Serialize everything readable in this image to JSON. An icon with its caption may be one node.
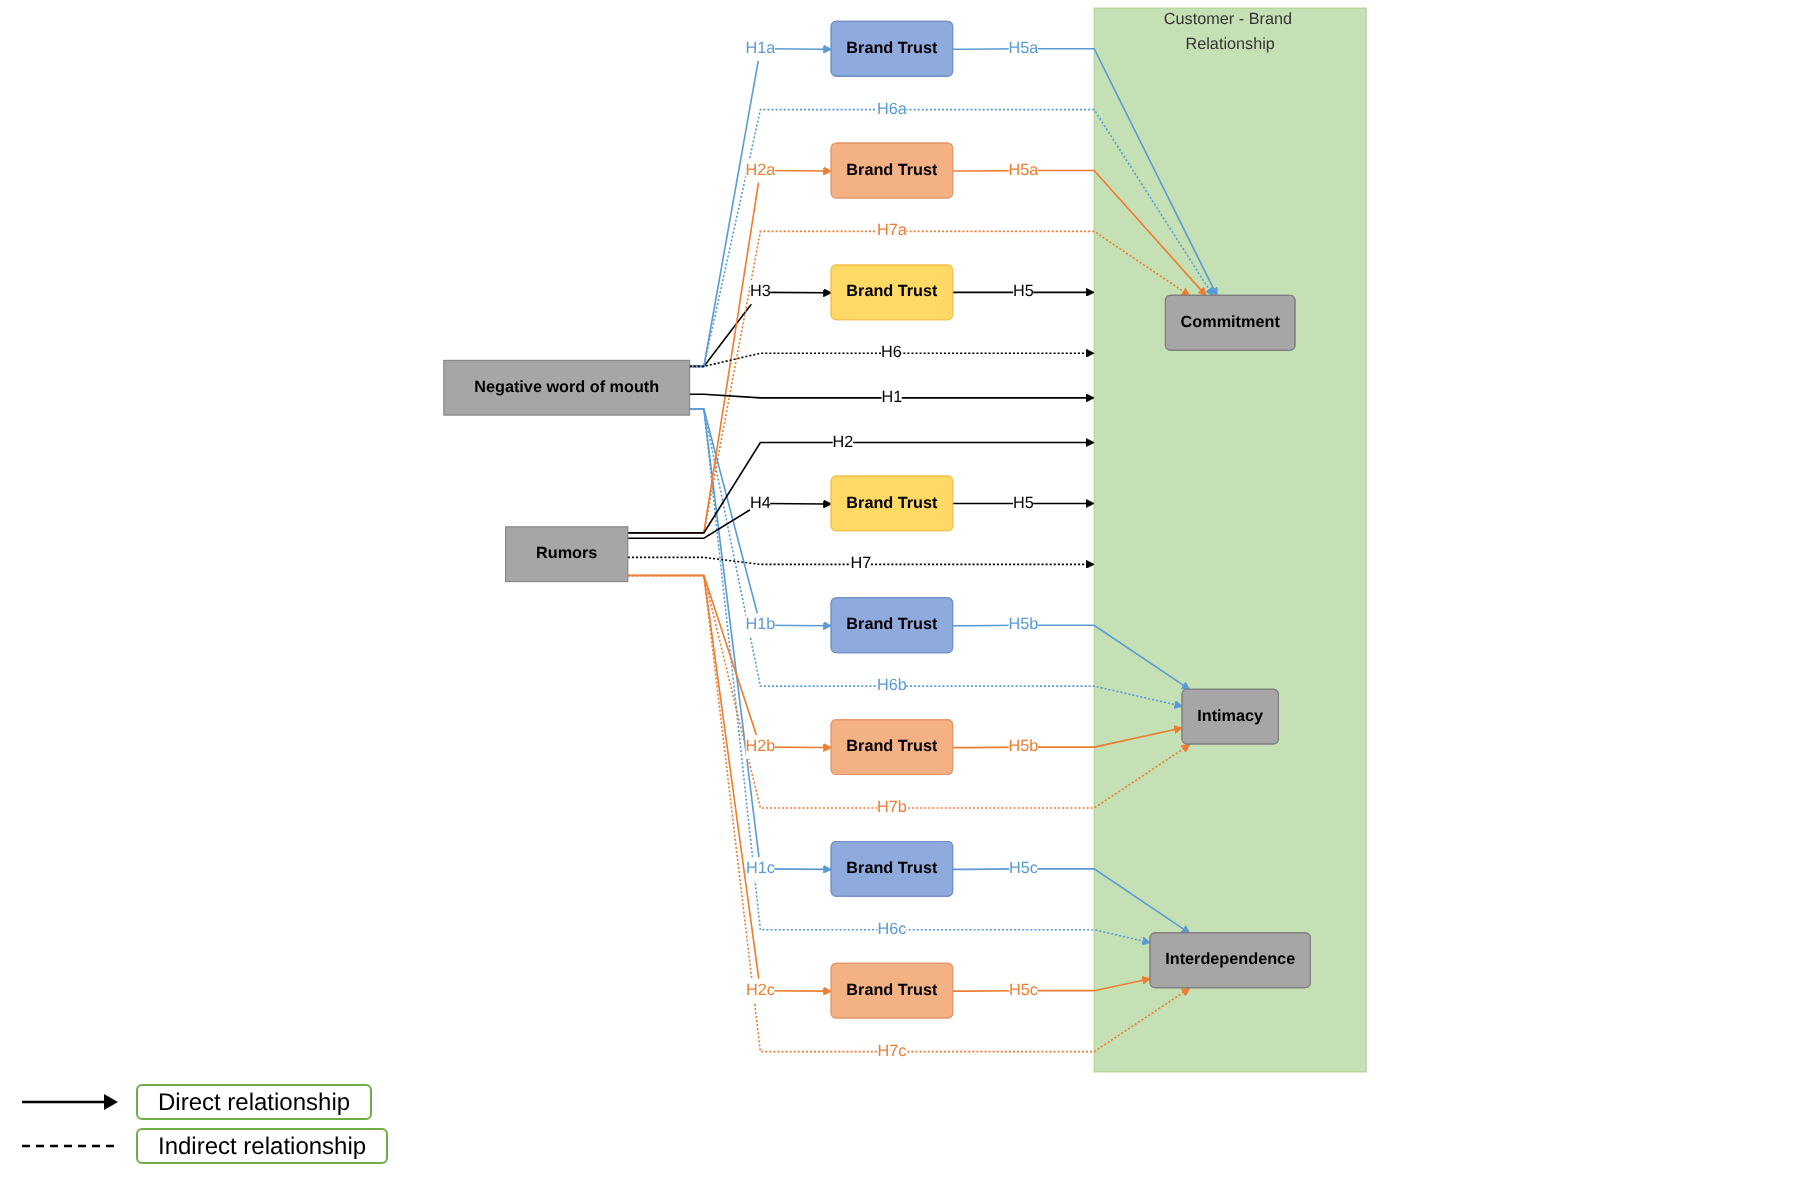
{
  "diagram": {
    "nodes": [
      {
        "text": [
          "Brand Trust"
        ]
      },
      {
        "text": [
          "Customer - Brand Relationship"
        ]
      },
      {
        "text": [
          "Commitment"
        ],
        "in": 1
      },
      {
        "text": [
          "Intimacy"
        ],
        "in": 1
      },
      {
        "text": [
          "Interdependence"
        ],
        "in": 1
      },
      {
        "text": [
          "Negative word of mouth"
        ]
      },
      {
        "text": [
          "Brand Trust"
        ]
      },
      {
        "text": [
          "Brand Trust"
        ]
      },
      {
        "text": [
          "Brand Trust"
        ]
      },
      {
        "text": [
          "Brand Trust"
        ]
      },
      {
        "text": [
          "Brand Trust"
        ]
      },
      {
        "text": [
          "Brand Trust"
        ]
      },
      {
        "text": [
          "Rumors"
        ]
      },
      {
        "text": [
          "Brand Trust"
        ]
      }
    ],
    "edges": [
      {
        "from": 5,
        "to": 0,
        "arrow": "to",
        "label": "H3",
        "color": "#000000"
      },
      {
        "from": 0,
        "to": 1,
        "arrow": "to",
        "label": "H5",
        "color": "#000000"
      },
      {
        "from": 5,
        "to": 1,
        "arrow": "to",
        "label": "H6",
        "style": "dashed",
        "color": "#000000"
      },
      {
        "from": 5,
        "to": 1,
        "arrow": "to",
        "label": "H1",
        "color": "#000000"
      },
      {
        "from": 5,
        "to": 6,
        "arrow": "to",
        "label": "H1a",
        "color": "#5b9bd5"
      },
      {
        "from": 6,
        "to": 2,
        "arrow": "to",
        "label": "H5a",
        "color": "#5b9bd5"
      },
      {
        "from": 5,
        "to": 2,
        "arrow": "to",
        "label": "H6a",
        "style": "dashed",
        "color": "#5b9bd5"
      },
      {
        "from": 5,
        "to": 7,
        "arrow": "to",
        "label": "H1b",
        "color": "#5b9bd5"
      },
      {
        "from": 7,
        "to": 3,
        "arrow": "to",
        "label": "H5b",
        "color": "#5b9bd5"
      },
      {
        "from": 5,
        "to": 3,
        "arrow": "to",
        "label": "H6b",
        "style": "dashed",
        "color": "#5b9bd5"
      },
      {
        "from": 5,
        "to": 8,
        "arrow": "to",
        "label": "H1c",
        "color": "#5b9bd5"
      },
      {
        "from": 8,
        "to": 4,
        "arrow": "to",
        "label": "H5c",
        "color": "#5b9bd5"
      },
      {
        "from": 5,
        "to": 4,
        "arrow": "to",
        "label": "H6c",
        "style": "dashed",
        "color": "#5b9bd5"
      },
      {
        "from": 12,
        "to": 9,
        "arrow": "to",
        "label": "H2a",
        "color": "#ed7d31"
      },
      {
        "from": 9,
        "to": 2,
        "arrow": "to",
        "label": "H5a",
        "color": "#ed7d31"
      },
      {
        "from": 12,
        "to": 2,
        "arrow": "to",
        "label": "H7a",
        "style": "dashed",
        "color": "#ed7d31"
      },
      {
        "from": 12,
        "to": 10,
        "arrow": "to",
        "label": "H2b",
        "color": "#ed7d31"
      },
      {
        "from": 10,
        "to": 3,
        "arrow": "to",
        "label": "H5b",
        "color": "#ed7d31"
      },
      {
        "from": 12,
        "to": 3,
        "arrow": "to",
        "label": "H7b",
        "style": "dashed",
        "color": "#ed7d31"
      },
      {
        "from": 12,
        "to": 11,
        "arrow": "to",
        "label": "H2c",
        "color": "#ed7d31"
      },
      {
        "from": 11,
        "to": 4,
        "arrow": "to",
        "label": "H5c",
        "color": "#ed7d31"
      },
      {
        "from": 12,
        "to": 4,
        "arrow": "to",
        "label": "H7c",
        "style": "dashed",
        "color": "#ed7d31"
      },
      {
        "from": 12,
        "to": 1,
        "arrow": "to",
        "label": "H2",
        "color": "#000000"
      },
      {
        "from": 12,
        "to": 13,
        "arrow": "to",
        "label": "H4",
        "color": "#000000"
      },
      {
        "from": 13,
        "to": 1,
        "arrow": "to",
        "label": "H5",
        "color": "#000000"
      },
      {
        "from": 12,
        "to": 1,
        "arrow": "to",
        "label": "H7",
        "style": "dashed",
        "color": "#000000"
      }
    ],
    "legend": [
      {
        "text": "Direct relationship"
      },
      {
        "text": "Indirect relationship"
      }
    ]
  }
}
